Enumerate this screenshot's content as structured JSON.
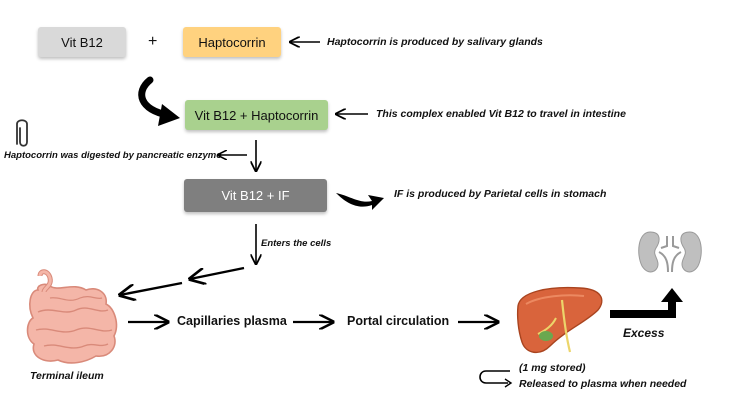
{
  "nodes": {
    "vitb12": "Vit B12",
    "plus": "+",
    "haptocorrin": "Haptocorrin",
    "complex": "Vit B12 + Haptocorrin",
    "vitb12_if": "Vit B12 + IF",
    "capillaries": "Capillaries plasma",
    "portal": "Portal circulation"
  },
  "notes": {
    "haptocorrin_source": "Haptocorrin is produced by salivary glands",
    "complex_role": "This complex enabled Vit B12 to travel in intestine",
    "pancreatic": "Haptocorrin was digested by pancreatic enzyme",
    "if_source": "IF is produced by Parietal cells in stomach",
    "enters": "Enters the cells",
    "excess": "Excess",
    "stored": "(1 mg stored)",
    "released": "Released to plasma when needed",
    "ileum": "Terminal ileum"
  },
  "colors": {
    "vitb12_box": "#d9d9d9",
    "haptocorrin_box": "#ffd27f",
    "complex_box": "#a9d18e",
    "if_box": "#7f7f7f",
    "intestine": "#f4b6a8",
    "liver": "#d9643c",
    "kidney": "#bfbfbf"
  },
  "icons": [
    "paperclip-icon",
    "intestine-icon",
    "liver-icon",
    "kidney-icon",
    "return-arrow-icon",
    "curved-arrow-icon"
  ]
}
